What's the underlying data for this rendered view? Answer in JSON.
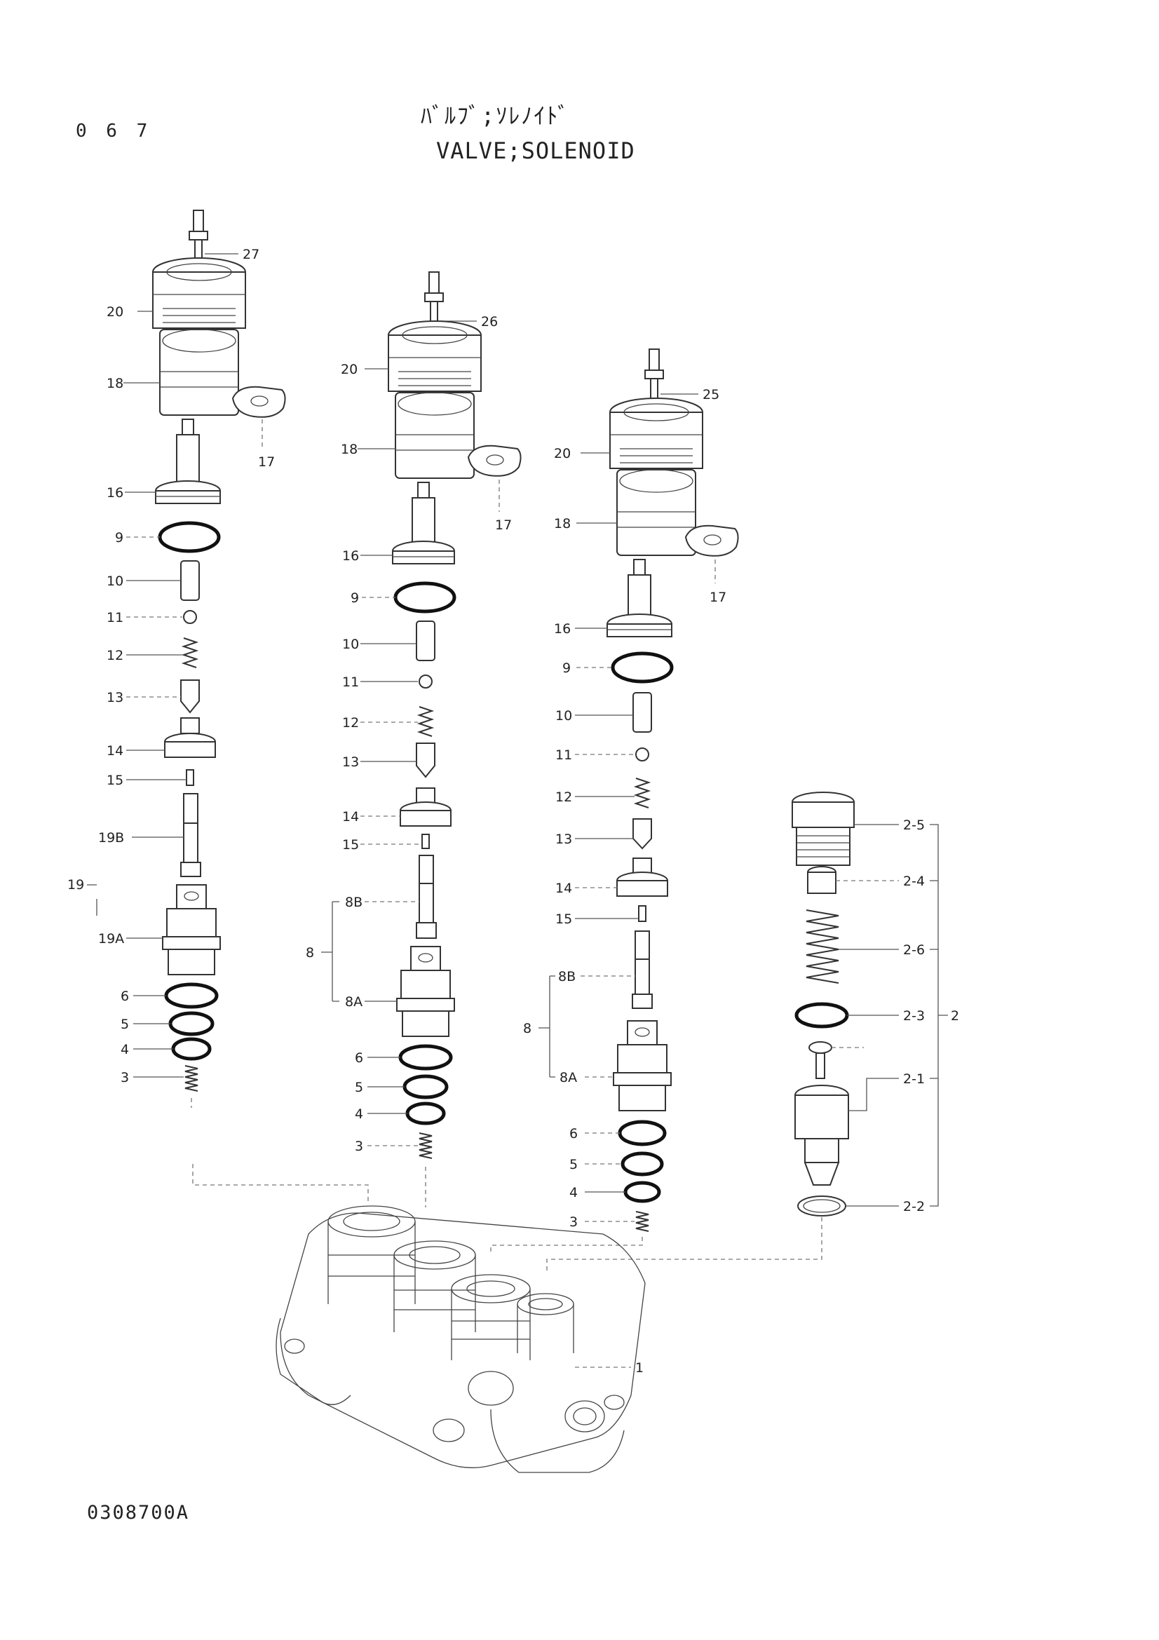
{
  "header": {
    "page_number": "0 6 7",
    "title_jp": "ﾊﾞﾙﾌﾞ;ｿﾚﾉｲﾄﾞ",
    "title_en": "VALVE;SOLENOID",
    "drawing_id": "0308700A"
  },
  "callouts": {
    "a27": "27",
    "a20": "20",
    "a18": "18",
    "a17": "17",
    "a16": "16",
    "a9": "9",
    "a10": "10",
    "a11": "11",
    "a12": "12",
    "a13": "13",
    "a14": "14",
    "a15": "15",
    "a19b": "19B",
    "a19": "19",
    "a19a": "19A",
    "a6": "6",
    "a5": "5",
    "a4": "4",
    "a3": "3",
    "b26": "26",
    "b20": "20",
    "b18": "18",
    "b17": "17",
    "b16": "16",
    "b9": "9",
    "b10": "10",
    "b11": "11",
    "b12": "12",
    "b13": "13",
    "b14": "14",
    "b15": "15",
    "b8b": "8B",
    "b8": "8",
    "b8a": "8A",
    "b6": "6",
    "b5": "5",
    "b4": "4",
    "b3": "3",
    "c25": "25",
    "c20": "20",
    "c18": "18",
    "c17": "17",
    "c16": "16",
    "c9": "9",
    "c10": "10",
    "c11": "11",
    "c12": "12",
    "c13": "13",
    "c14": "14",
    "c15": "15",
    "c8b": "8B",
    "c8": "8",
    "c8a": "8A",
    "c6": "6",
    "c5": "5",
    "c4": "4",
    "c3": "3",
    "d25": "2-5",
    "d24": "2-4",
    "d26": "2-6",
    "d23": "2-3",
    "d2": "2",
    "d21": "2-1",
    "d22": "2-2",
    "body": "1"
  }
}
